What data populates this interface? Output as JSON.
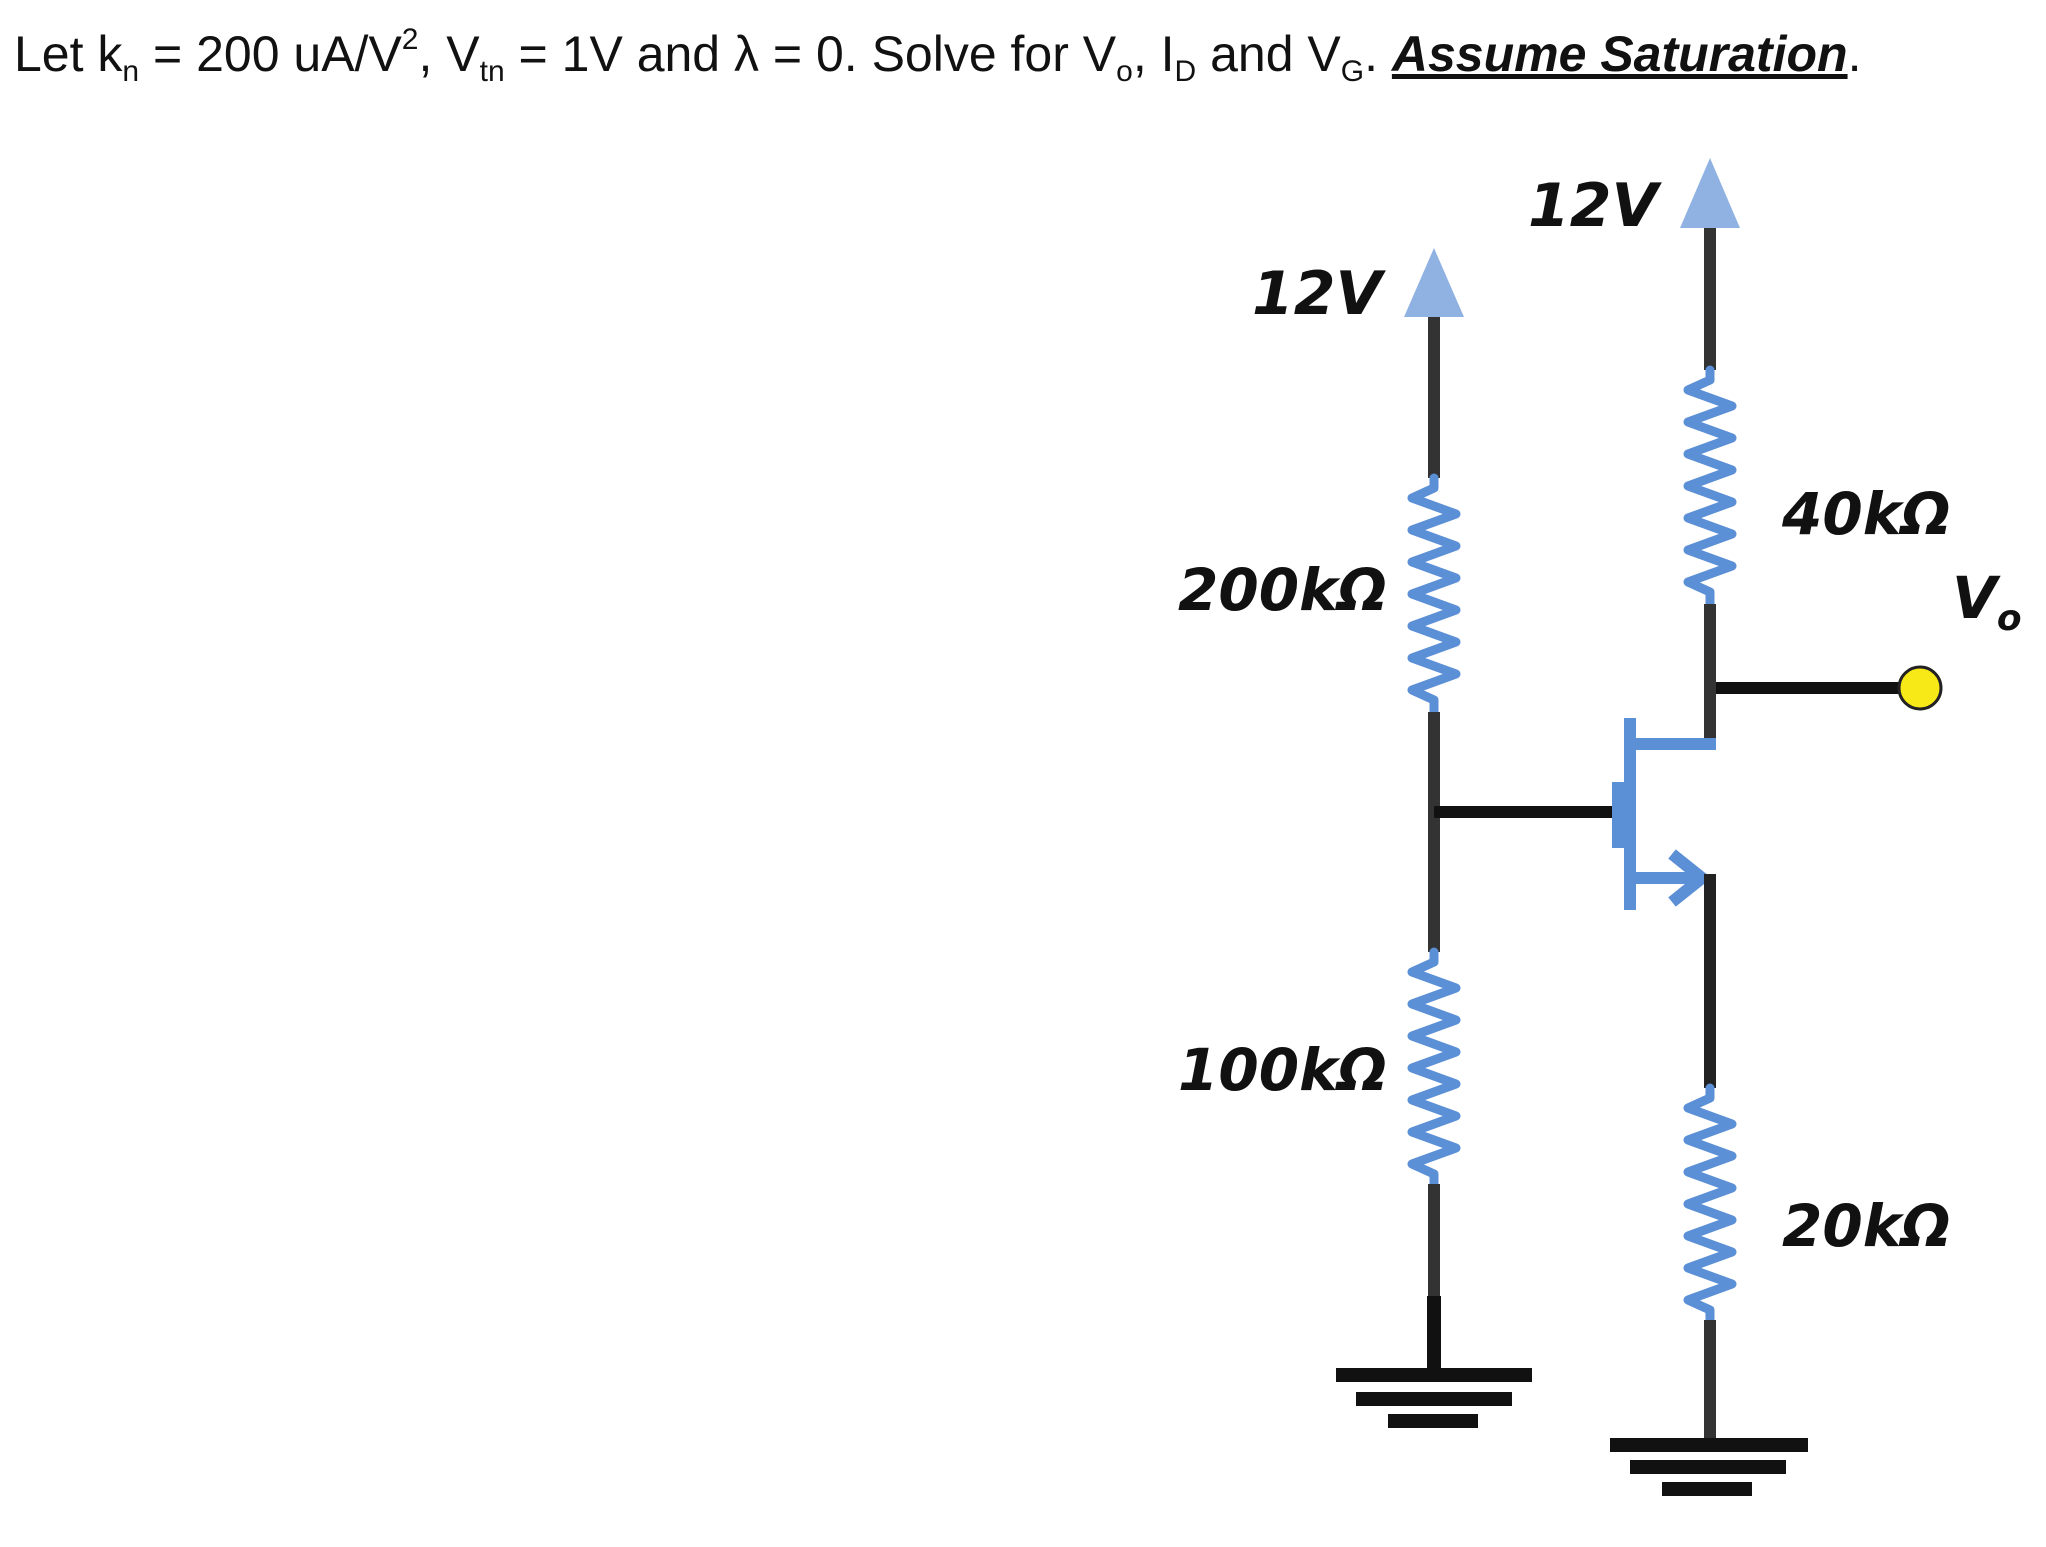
{
  "problem": {
    "intro": "Let k",
    "kn_sub": "n",
    "kn_value": " =  200 uA/V",
    "sup_2": "2",
    "sep_vtn": ",  V",
    "vtn_sub": "tn",
    "vtn_value": " = 1V and λ = 0. Solve for V",
    "vo_sub": "o",
    "sep_id": ", I",
    "id_sub": "D",
    "sep_vg": " and V",
    "vg_sub": "G",
    "period1": ". ",
    "assume": "Assume Saturation",
    "period2": "."
  },
  "circuit": {
    "supply_left": "12V",
    "supply_right": "12V",
    "r_top_left": "200kΩ",
    "r_bottom_left": "100kΩ",
    "r_drain": "40kΩ",
    "r_source": "20kΩ",
    "output_label_main": "V",
    "output_label_sub": "o"
  },
  "colors": {
    "wire": "#333333",
    "component": "#5b8fd6",
    "arrow": "#8fb2e3",
    "terminal": "#f7e817"
  }
}
